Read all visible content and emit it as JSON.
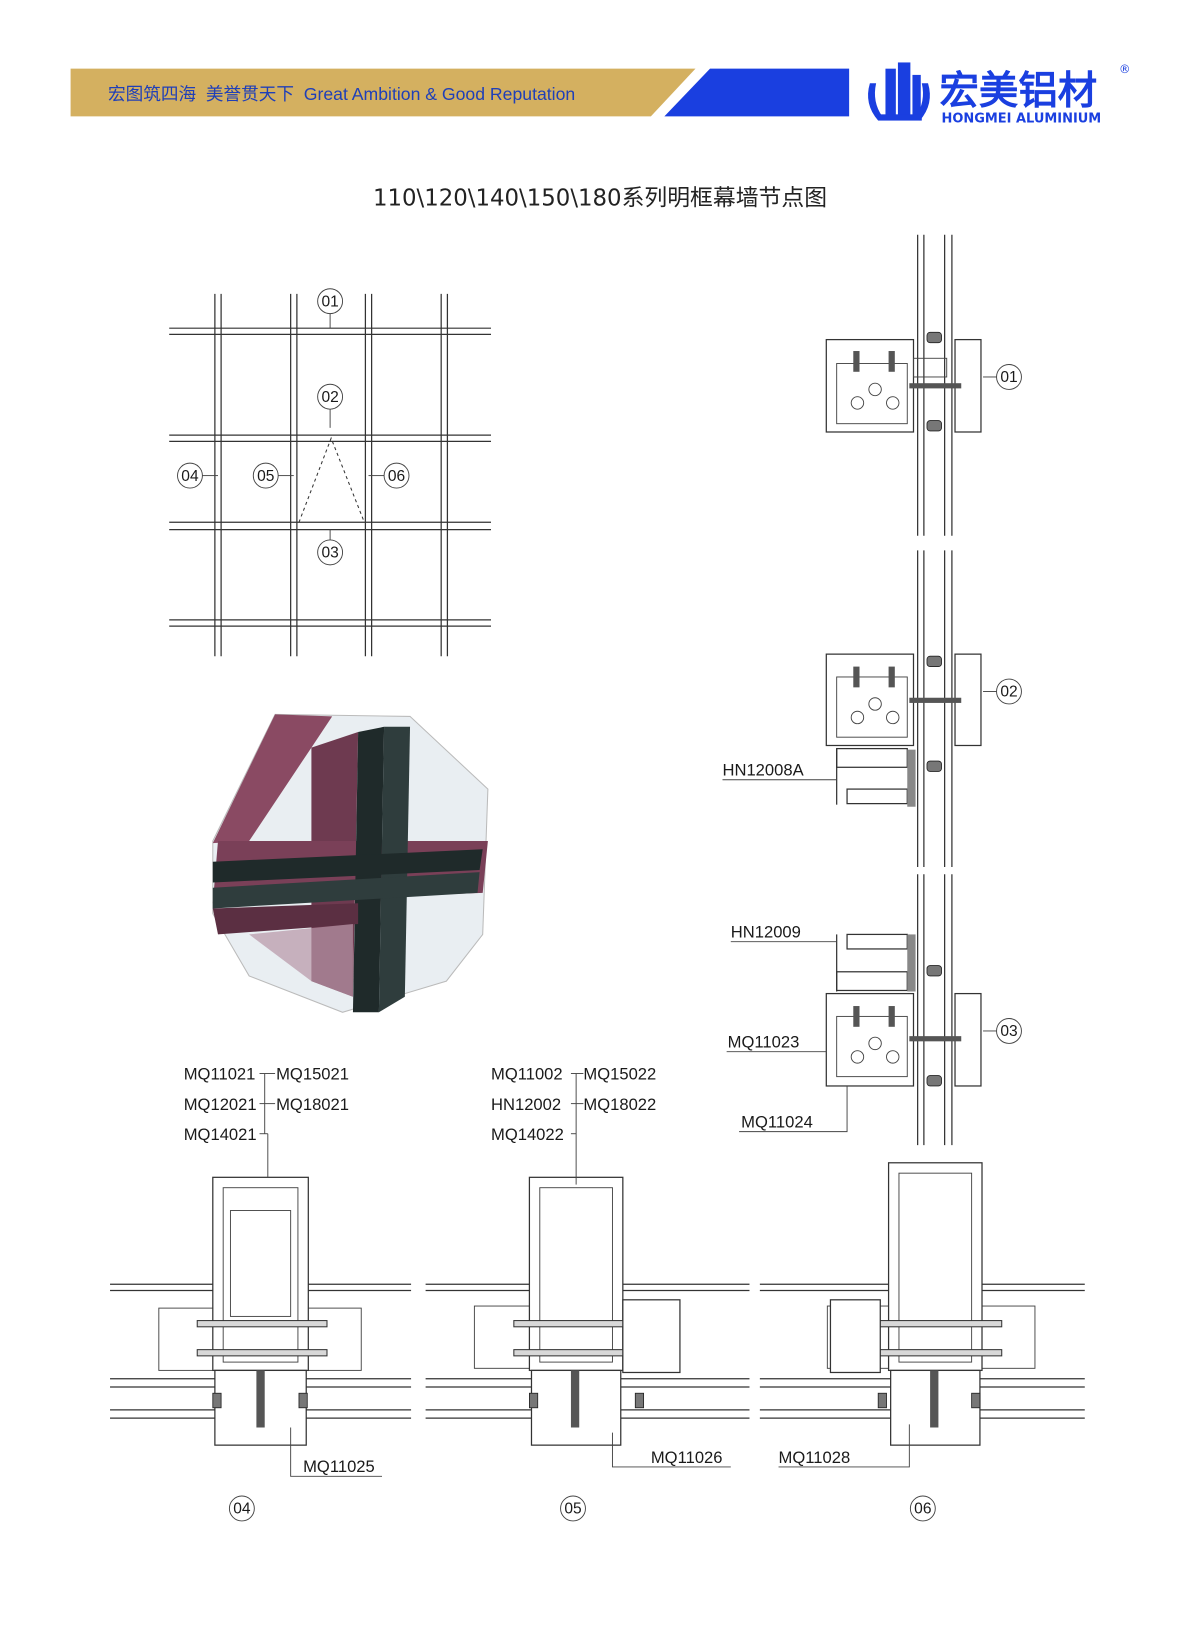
{
  "header": {
    "slogan": "宏图筑四海  美誉贯天下  Great Ambition & Good Reputation",
    "brand_cn": "宏美铝材",
    "brand_en": "HONGMEI ALUMINIUM",
    "registered": "®",
    "colors": {
      "gold": "#d4b060",
      "blue": "#1a3fe0",
      "slogan_text": "#1f3fb8"
    }
  },
  "title": "110\\120\\140\\150\\180系列明框幕墙节点图",
  "elevation": {
    "callouts": [
      "01",
      "02",
      "03",
      "04",
      "05",
      "06"
    ]
  },
  "vertical_sections": {
    "callouts": [
      "01",
      "02",
      "03"
    ],
    "labels": [
      "HN12008A",
      "HN12009",
      "MQ11023",
      "MQ11024"
    ]
  },
  "horizontal_sections": [
    {
      "callout": "04",
      "labels": [
        "MQ11021",
        "MQ15021",
        "MQ12021",
        "MQ18021",
        "MQ14021",
        "MQ11025"
      ]
    },
    {
      "callout": "05",
      "labels": [
        "MQ11002",
        "MQ15022",
        "HN12002",
        "MQ18022",
        "MQ14022",
        "MQ11026"
      ]
    },
    {
      "callout": "06",
      "labels": [
        "MQ11028"
      ]
    }
  ]
}
